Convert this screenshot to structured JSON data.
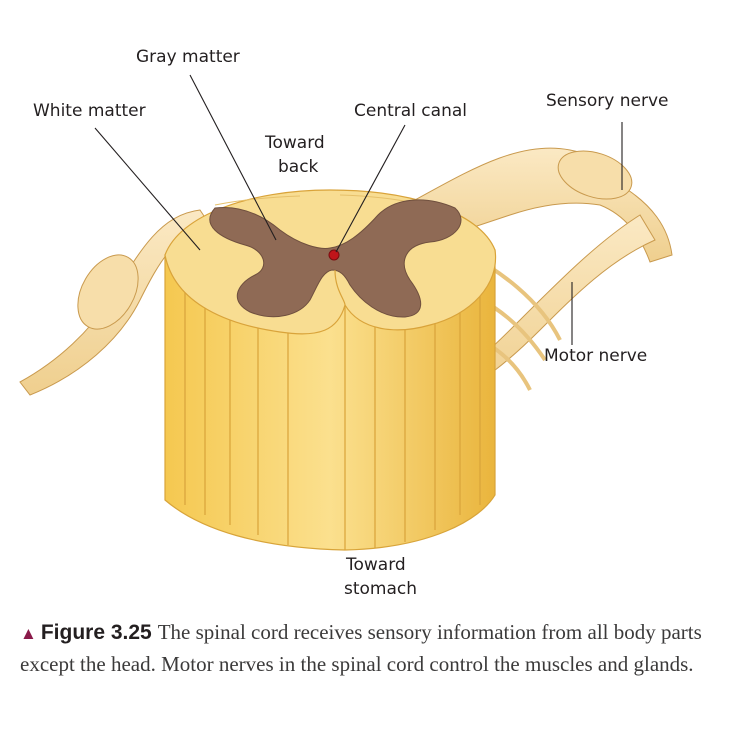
{
  "labels": {
    "gray_matter": "Gray matter",
    "white_matter": "White matter",
    "central_canal": "Central canal",
    "sensory_nerve": "Sensory nerve",
    "toward_back_1": "Toward",
    "toward_back_2": "back",
    "motor_nerve": "Motor nerve",
    "toward_stomach_1": "Toward",
    "toward_stomach_2": "stomach"
  },
  "caption": {
    "marker": "▲",
    "figure": "Figure 3.25",
    "text": "The spinal cord receives sensory information from all body parts except the head. Motor nerves in the spinal cord control the muscles and glands."
  },
  "colors": {
    "white_matter": "#f8dd92",
    "white_matter_side": "#f1c24f",
    "gray_matter": "#8f6a55",
    "nerve": "#f6dca4",
    "central_canal": "#c0141a"
  }
}
